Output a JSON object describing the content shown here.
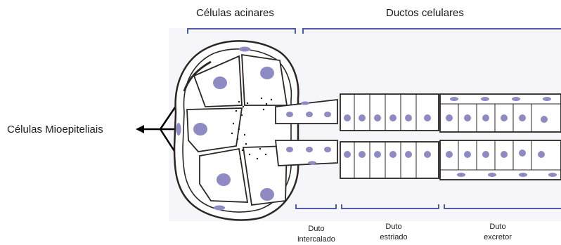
{
  "labels": {
    "acinar": "Células acinares",
    "ducts": "Ductos celulares",
    "myoepithelial": "Células Mioepiteliais",
    "intercalated": [
      "Duto",
      "intercalado"
    ],
    "striated": [
      "Duto",
      "estriado"
    ],
    "excretory": [
      "Duto",
      "excretor"
    ]
  },
  "colors": {
    "bracket": "#4a5fa8",
    "membrane": "#2b2623",
    "cytoplasm": "#ffffff",
    "nucleus": "#8e8ac4",
    "nucleus_dark": "#5e57a0",
    "background_tint": "#ecebf3"
  }
}
